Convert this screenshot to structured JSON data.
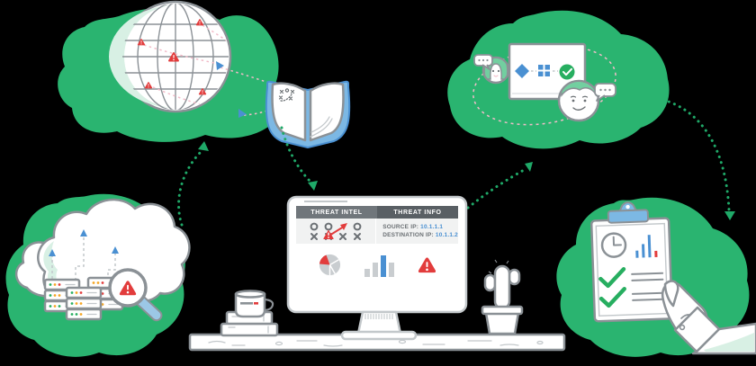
{
  "colors": {
    "bg": "#000000",
    "green": "#2ab470",
    "green_light": "#72cfa0",
    "mint": "#d8f0e4",
    "arrow_green": "#1fa968",
    "line_gray": "#8b9196",
    "line_light": "#c3c8cb",
    "dark_gray": "#6b7074",
    "header_left": "#70767b",
    "header_right": "#595f64",
    "panel_gray": "#f1f2f2",
    "red": "#e23c3c",
    "blue": "#4a90d2",
    "blue_light": "#7cb8e4",
    "blue_pale": "#9cc7e6",
    "pink": "#f2bcc9",
    "bar_gray": "#c9cdd0",
    "check_green": "#27ae60"
  },
  "screen": {
    "tabs": [
      {
        "label": "THREAT INTEL"
      },
      {
        "label": "THREAT INFO"
      }
    ],
    "source_ip": {
      "label": "SOURCE IP:",
      "value": "10.1.1.1"
    },
    "destination_ip": {
      "label": "DESTINATION IP:",
      "value": "10.1.1.2"
    }
  },
  "icons": {
    "alert-triangle-icon": "⚠",
    "check-circle-icon": "✓",
    "checkmark-icon": "✓",
    "speech-bubble-icon": "…",
    "magnifier-icon": "🔍",
    "clock-icon": "🕐",
    "pie-chart-icon": "◔",
    "bar-chart-icon": "▮"
  }
}
